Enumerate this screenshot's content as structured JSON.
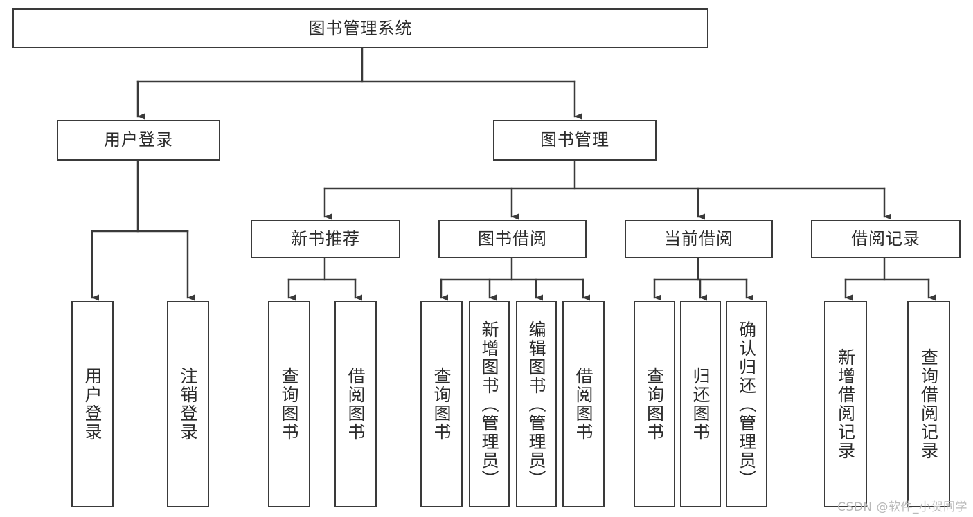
{
  "diagram": {
    "title": "图书管理系统",
    "type": "tree-hierarchy-diagram",
    "watermark": "CSDN @软件_小贺同学",
    "colors": {
      "background": "#ffffff",
      "box_border": "#3a3a3a",
      "text": "#2b2b2b",
      "connector": "#3a3a3a",
      "watermark": "#b9b9b9"
    },
    "root": {
      "label": "图书管理系统"
    },
    "level2": [
      {
        "label": "用户登录"
      },
      {
        "label": "图书管理"
      }
    ],
    "level3": [
      {
        "label": "新书推荐"
      },
      {
        "label": "图书借阅"
      },
      {
        "label": "当前借阅"
      },
      {
        "label": "借阅记录"
      }
    ],
    "leaves": {
      "user_login": [
        {
          "label": "用户登录"
        },
        {
          "label": "注销登录"
        }
      ],
      "new_book_recommend": [
        {
          "label": "查询图书"
        },
        {
          "label": "借阅图书"
        }
      ],
      "book_borrow": [
        {
          "label": "查询图书"
        },
        {
          "label": "新增图书（管理员）"
        },
        {
          "label": "编辑图书（管理员）"
        },
        {
          "label": "借阅图书"
        }
      ],
      "current_borrow": [
        {
          "label": "查询图书"
        },
        {
          "label": "归还图书"
        },
        {
          "label": "确认归还（管理员）"
        }
      ],
      "borrow_record": [
        {
          "label": "新增借阅记录"
        },
        {
          "label": "查询借阅记录"
        }
      ]
    }
  }
}
